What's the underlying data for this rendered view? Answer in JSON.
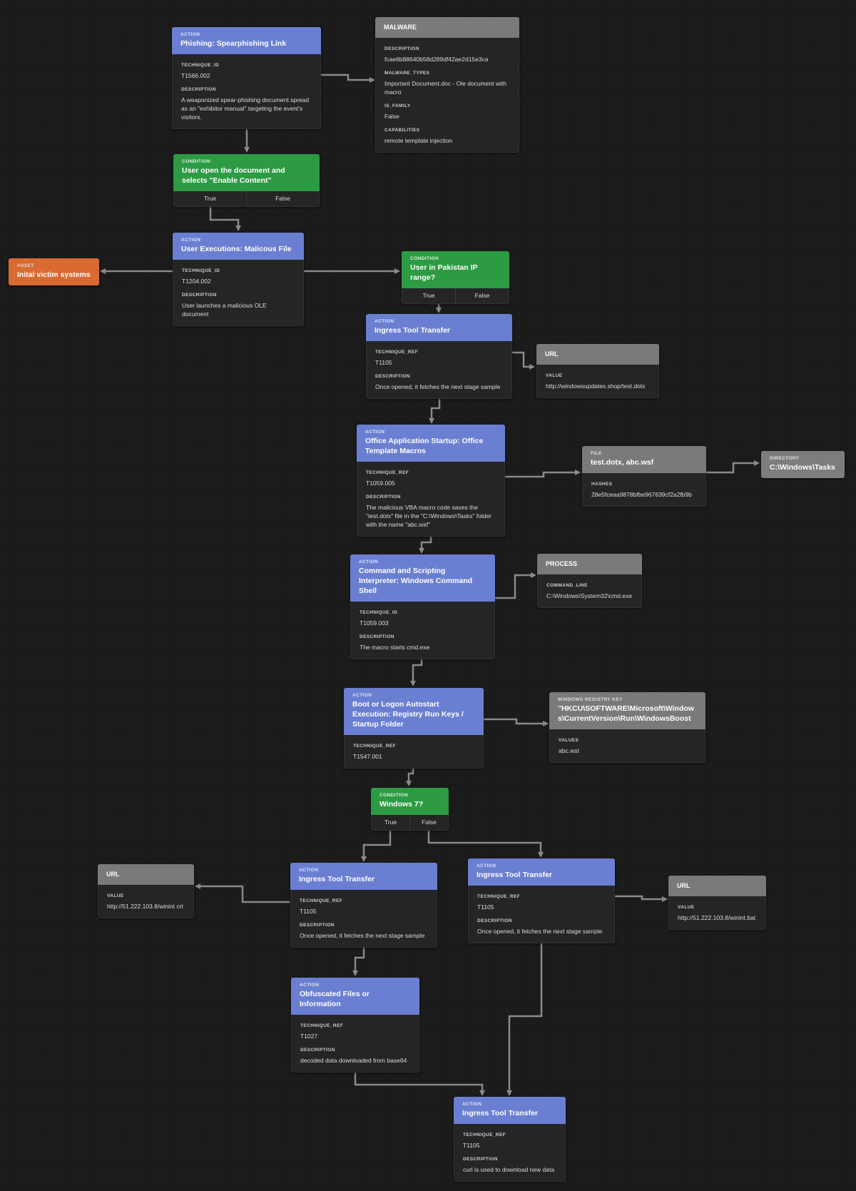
{
  "colors": {
    "action": "#6a7fd1",
    "condition": "#2d9b43",
    "object": "#7a7a7a",
    "asset": "#d96a31",
    "background": "#1b1b1b",
    "edge": "#8a8a8a"
  },
  "n1": {
    "type": "ACTION",
    "title": "Phishing: Spearphishing Link",
    "f1l": "TECHNIQUE_ID",
    "f1v": "T1566.002",
    "f2l": "DESCRIPTION",
    "f2v": "A weaponized spear-phishing document spread as an \"exhibitor manual\" targeting the event's visitors."
  },
  "n2": {
    "type": "MALWARE",
    "f1l": "DESCRIPTION",
    "f1v": "fcae6b88640b58d289df42ae2d15e3ca",
    "f2l": "MALWARE_TYPES",
    "f2v": "Important Document.doc - Ole document with macro",
    "f3l": "IS_FAMILY",
    "f3v": "False",
    "f4l": "CAPABILITIES",
    "f4v": "remote template injection"
  },
  "n3": {
    "type": "CONDITION",
    "title": "User open the document and selects \"Enable Content\"",
    "t": "True",
    "f": "False"
  },
  "n4": {
    "type": "ACTION",
    "title": "User Executions: Malicous File",
    "f1l": "TECHNIQUE_ID",
    "f1v": "T1204.002",
    "f2l": "DESCRIPTION",
    "f2v": "User launches a malicious OLE document"
  },
  "n5": {
    "type": "ASSET",
    "title": "Inital victim systems"
  },
  "n6": {
    "type": "CONDITION",
    "title": "User in Pakistan IP range?",
    "t": "True",
    "f": "False"
  },
  "n7": {
    "type": "ACTION",
    "title": "Ingress Tool Transfer",
    "f1l": "TECHNIQUE_REF",
    "f1v": "T1105",
    "f2l": "DESCRIPTION",
    "f2v": "Once opened, it fetches the next stage sample"
  },
  "n8": {
    "type": "URL",
    "f1l": "VALUE",
    "f1v": "http://windowsupdates.shop/test.dotx"
  },
  "n9": {
    "type": "ACTION",
    "title": "Office Application Startup: Office Template Macros",
    "f1l": "TECHNIQUE_REF",
    "f1v": "T1059.005",
    "f2l": "DESCRIPTION",
    "f2v": "The malicious VBA macro code saves the \"test.dotx\" file in the \"C:\\Windows\\Tasks\" folder with the name \"abc.wsf\""
  },
  "n10": {
    "type": "FILE",
    "title": "test.dotx, abc.wsf",
    "f1l": "HASHES",
    "f1v": "28e5fceaa9878bfbe967639cf2a2fb9b"
  },
  "n11": {
    "type": "DIRECTORY",
    "title": "C:\\Windows\\Tasks"
  },
  "n12": {
    "type": "ACTION",
    "title": "Command and Scripting Interpreter: Windows Command Shell",
    "f1l": "TECHNIQUE_ID",
    "f1v": "T1059.003",
    "f2l": "DESCRIPTION",
    "f2v": "The macro starts cmd.exe"
  },
  "n13": {
    "type": "PROCESS",
    "f1l": "COMMAND_LINE",
    "f1v": "C:\\Windows\\System32\\cmd.exe"
  },
  "n14": {
    "type": "ACTION",
    "title": "Boot or Logon Autostart Execution: Registry Run Keys / Startup Folder",
    "f1l": "TECHNIQUE_REF",
    "f1v": "T1547.001"
  },
  "n15": {
    "type": "WINDOWS REGISTRY KEY",
    "title": "\"HKCU\\SOFTWARE\\Microsoft\\Windows\\CurrentVersion\\Run\\WindowsBoost",
    "f1l": "VALUES",
    "f1v": "abc.wst"
  },
  "n16": {
    "type": "CONDITION",
    "title": "Windows 7?",
    "t": "True",
    "f": "False"
  },
  "n17": {
    "type": "URL",
    "f1l": "VALUE",
    "f1v": "http://51.222.103.8/winint crt"
  },
  "n18": {
    "type": "ACTION",
    "title": "Ingress Tool Transfer",
    "f1l": "TECHNIQUE_REF",
    "f1v": "T1105",
    "f2l": "DESCRIPTION",
    "f2v": "Once opened, it fetches the next stage sample"
  },
  "n19": {
    "type": "ACTION",
    "title": "Ingress Tool Transfer",
    "f1l": "TECHNIQUE_REF",
    "f1v": "T1105",
    "f2l": "DESCRIPTION",
    "f2v": "Once opened, it fetches the next stage sample"
  },
  "n20": {
    "type": "URL",
    "f1l": "VALUE",
    "f1v": "http://51.222.103.8/winint.bat"
  },
  "n21": {
    "type": "ACTION",
    "title": "Obfuscated Files or Information",
    "f1l": "TECHNIQUE_REF",
    "f1v": "T1027",
    "f2l": "DESCRIPTION",
    "f2v": "decoded data downloaded from base64"
  },
  "n22": {
    "type": "ACTION",
    "title": "Ingress Tool Transfer",
    "f1l": "TECHNIQUE_REF",
    "f1v": "T1105",
    "f2l": "DESCRIPTION",
    "f2v": "curl is used to download new data"
  }
}
